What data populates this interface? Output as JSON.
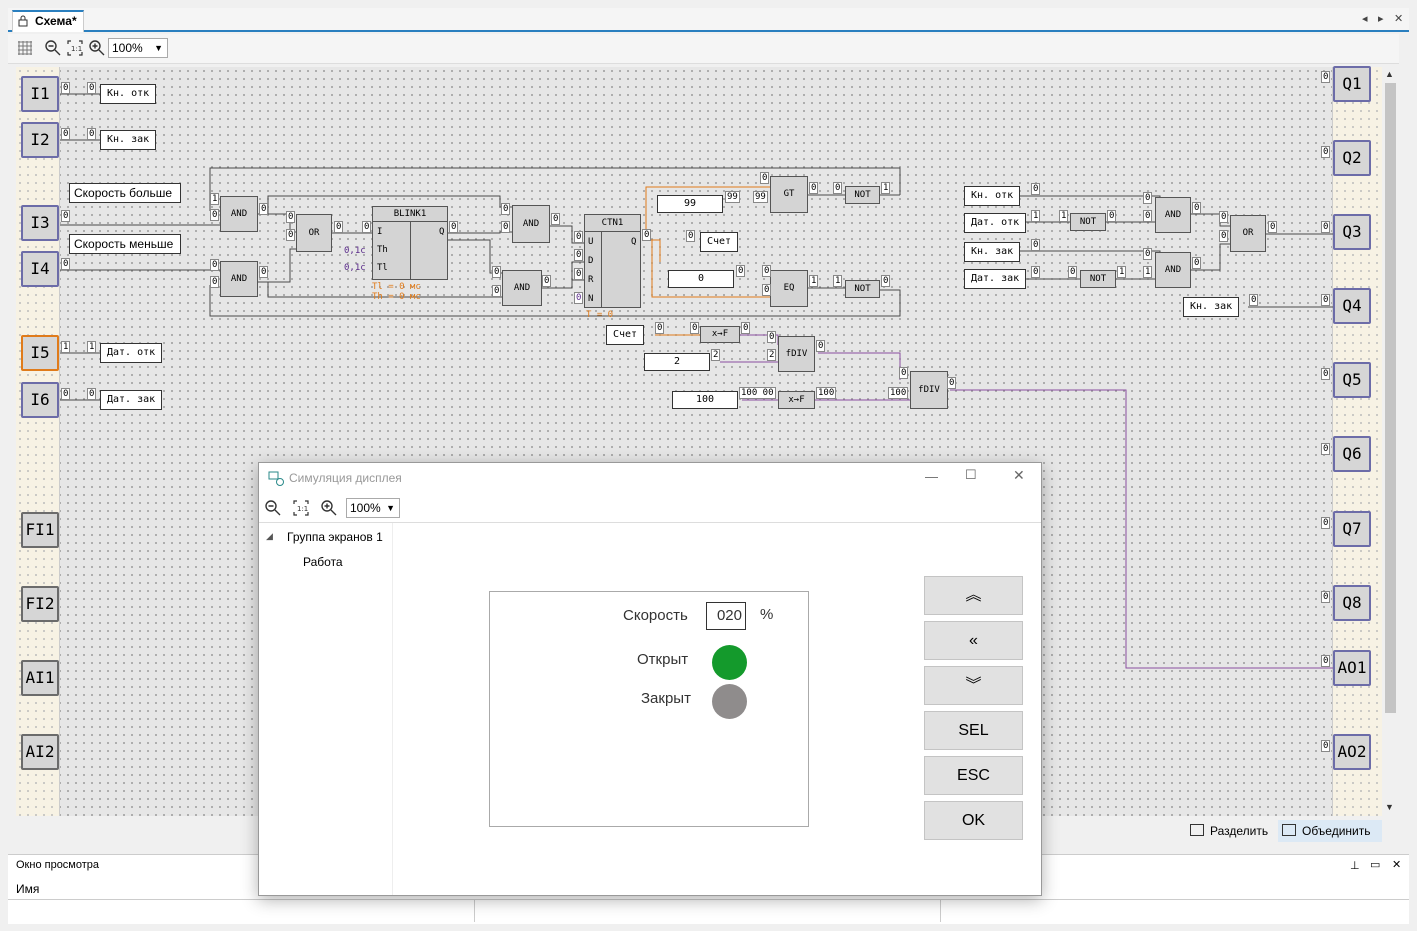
{
  "tab": {
    "title": "Схема*"
  },
  "toolbar": {
    "zoom": "100%"
  },
  "inputs": [
    {
      "id": "I1",
      "pin": "0",
      "val": "0",
      "tag": "Кн. отк"
    },
    {
      "id": "I2",
      "pin": "0",
      "val": "0",
      "tag": "Кн. зак"
    },
    {
      "id": "I3",
      "pin": "0"
    },
    {
      "id": "I4",
      "pin": "0"
    },
    {
      "id": "I5",
      "pin": "1",
      "val": "1",
      "tag": "Дат. отк"
    },
    {
      "id": "I6",
      "pin": "0",
      "val": "0",
      "tag": "Дат. зак"
    },
    {
      "id": "FI1"
    },
    {
      "id": "FI2"
    },
    {
      "id": "AI1"
    },
    {
      "id": "AI2"
    }
  ],
  "outputs": [
    {
      "id": "Q1",
      "pin": "0"
    },
    {
      "id": "Q2",
      "pin": "0"
    },
    {
      "id": "Q3",
      "pin": "0"
    },
    {
      "id": "Q4",
      "pin": "0"
    },
    {
      "id": "Q5",
      "pin": "0"
    },
    {
      "id": "Q6",
      "pin": "0"
    },
    {
      "id": "Q7",
      "pin": "0"
    },
    {
      "id": "Q8",
      "pin": "0"
    },
    {
      "id": "AO1",
      "pin": "0"
    },
    {
      "id": "AO2",
      "pin": "0"
    }
  ],
  "comments": {
    "faster": "Скорость больше",
    "slower": "Скорость меньше"
  },
  "blocks": {
    "and": "AND",
    "or": "OR",
    "not": "NOT",
    "blink": "BLINK1",
    "ctn": "CTN1",
    "gt": "GT",
    "eq": "EQ",
    "fdiv": "fDIV",
    "xf": "x→F",
    "blink_i": "I",
    "blink_th": "Th",
    "blink_tl": "Tl",
    "blink_q": "Q",
    "blink_c1": "0,1c",
    "blink_c2": "0,1c",
    "blink_t1": "Tl = 0 мс",
    "blink_t2": "Th = 0 мс",
    "ctn_u": "U",
    "ctn_d": "D",
    "ctn_r": "R",
    "ctn_n": "N",
    "ctn_q": "Q",
    "ctn_t": "T = 0"
  },
  "consts": {
    "c99": "99",
    "c0": "0",
    "c2": "2",
    "c100": "100"
  },
  "tags": {
    "count": "Счет",
    "kn_otk": "Кн. отк",
    "dat_otk": "Дат. отк",
    "kn_zak": "Кн. зак",
    "dat_zak": "Дат. зак"
  },
  "pins": {
    "zero": "0",
    "one": "1",
    "n99": "99",
    "n2": "2",
    "n100": "100",
    "n10000": "100 00"
  },
  "bottom": {
    "split": "Разделить",
    "merge": "Объединить",
    "preview": "Окно просмотра",
    "name_col": "Имя"
  },
  "dialog": {
    "title": "Симуляция дисплея",
    "zoom": "100%",
    "tree_group": "Группа экранов 1",
    "tree_item": "Работа",
    "speed_label": "Скорость",
    "speed_value": "020",
    "speed_unit": "%",
    "open_label": "Открыт",
    "closed_label": "Закрыт",
    "open_color": "#149a2c",
    "closed_color": "#8f8c8c",
    "keys": {
      "sel": "SEL",
      "esc": "ESC",
      "ok": "OK"
    }
  },
  "colors": {
    "accent": "#2a7fbf",
    "wire": "#4a4a4a",
    "orange_wire": "#e07b1a",
    "purple_wire": "#8a4fa0"
  }
}
